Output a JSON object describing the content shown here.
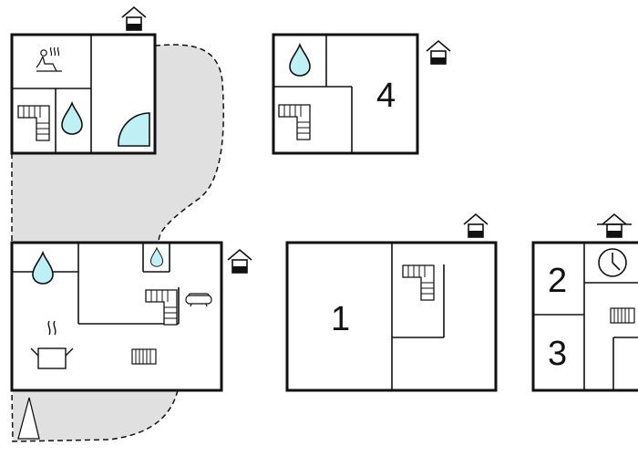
{
  "rooms": {
    "room_1": "1",
    "room_2": "2",
    "room_3": "3",
    "room_4": "4"
  },
  "colors": {
    "outdoor_area": "#e0e0e0",
    "water": "#bff0f6",
    "line": "#111111"
  },
  "icons": [
    "floor-level-icon",
    "sauna-icon",
    "staircase-icon",
    "water-drop-icon",
    "shower-icon",
    "cooking-pot-icon",
    "radiator-icon",
    "sofa-icon",
    "clock-icon",
    "tree-icon"
  ]
}
